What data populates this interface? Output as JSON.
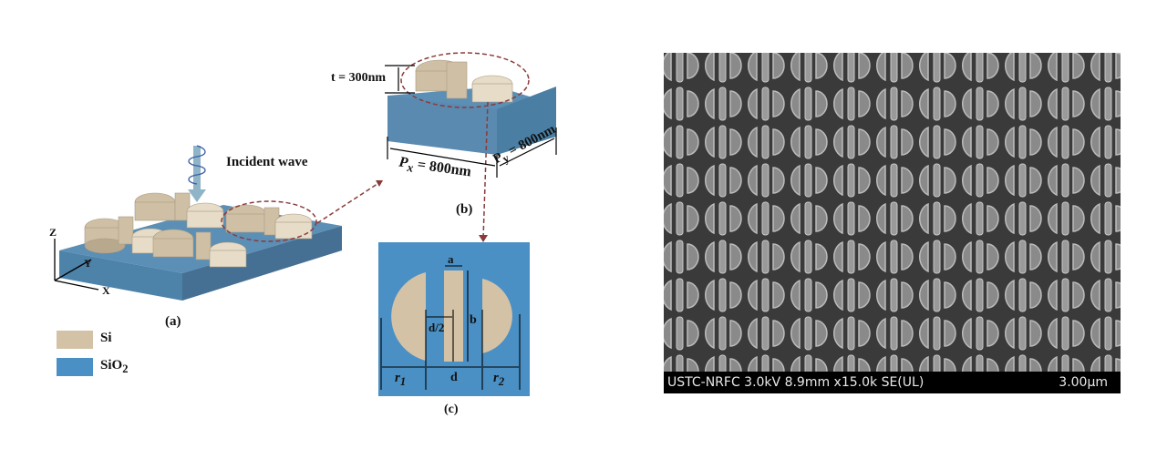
{
  "figure": {
    "panel_a": {
      "caption": "(a)",
      "incident_label": "Incident wave",
      "axes": {
        "x": "X",
        "y": "Y",
        "z": "Z"
      }
    },
    "panel_b": {
      "caption": "(b)",
      "thickness_label": "t = 300nm",
      "px_label": "P",
      "px_sub": "x",
      "px_value": " = 800nm",
      "py_label": "P",
      "py_sub": "y",
      "py_value": " = 800nm"
    },
    "panel_c": {
      "caption": "(c)",
      "labels": {
        "a": "a",
        "b": "b",
        "d_half": "d/2",
        "d": "d",
        "r1": "r",
        "r1_sub": "1",
        "r2": "r",
        "r2_sub": "2"
      }
    },
    "legend": [
      {
        "label": "Si",
        "sub": "",
        "color": "#d4c2a6"
      },
      {
        "label": "SiO",
        "sub": "2",
        "color": "#4a90c4"
      }
    ],
    "sem": {
      "info": "USTC-NRFC 3.0kV 8.9mm x15.0k SE(UL)",
      "scale": "3.00µm"
    }
  },
  "colors": {
    "si": "#d4c2a6",
    "sio2_top": "#5a8fb5",
    "sio2_side": "#4a7fa3",
    "dash": "#8b3a3a",
    "arrow": "#8fb4c8",
    "wave": "#3a5fa8"
  }
}
